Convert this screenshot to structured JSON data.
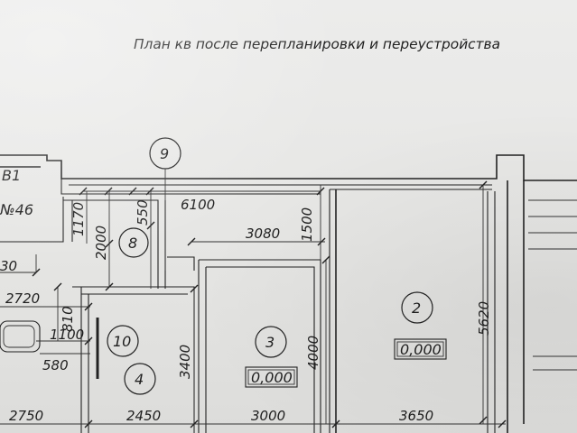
{
  "title": "План кв  после перепланировки и переустройства",
  "left_labels": {
    "b1": "В1",
    "n46": "№46"
  },
  "axis_label": "9",
  "rooms": [
    {
      "number": "2",
      "area": "0,000"
    },
    {
      "number": "3",
      "area": "0,000"
    },
    {
      "number": "4"
    },
    {
      "number": "8"
    },
    {
      "number": "10"
    }
  ],
  "dimensions": {
    "top_total": "6100",
    "d3080": "3080",
    "d1500": "1500",
    "d1170": "1170",
    "d2000": "2000",
    "d550": "550",
    "d5620": "5620",
    "d4000": "4000",
    "d3400": "3400",
    "d2720": "2720",
    "d30": "30",
    "d810": "810",
    "d1100": "1100",
    "d580": "580",
    "d2750": "2750",
    "d2450": "2450",
    "d3000": "3000",
    "d3650": "3650"
  }
}
